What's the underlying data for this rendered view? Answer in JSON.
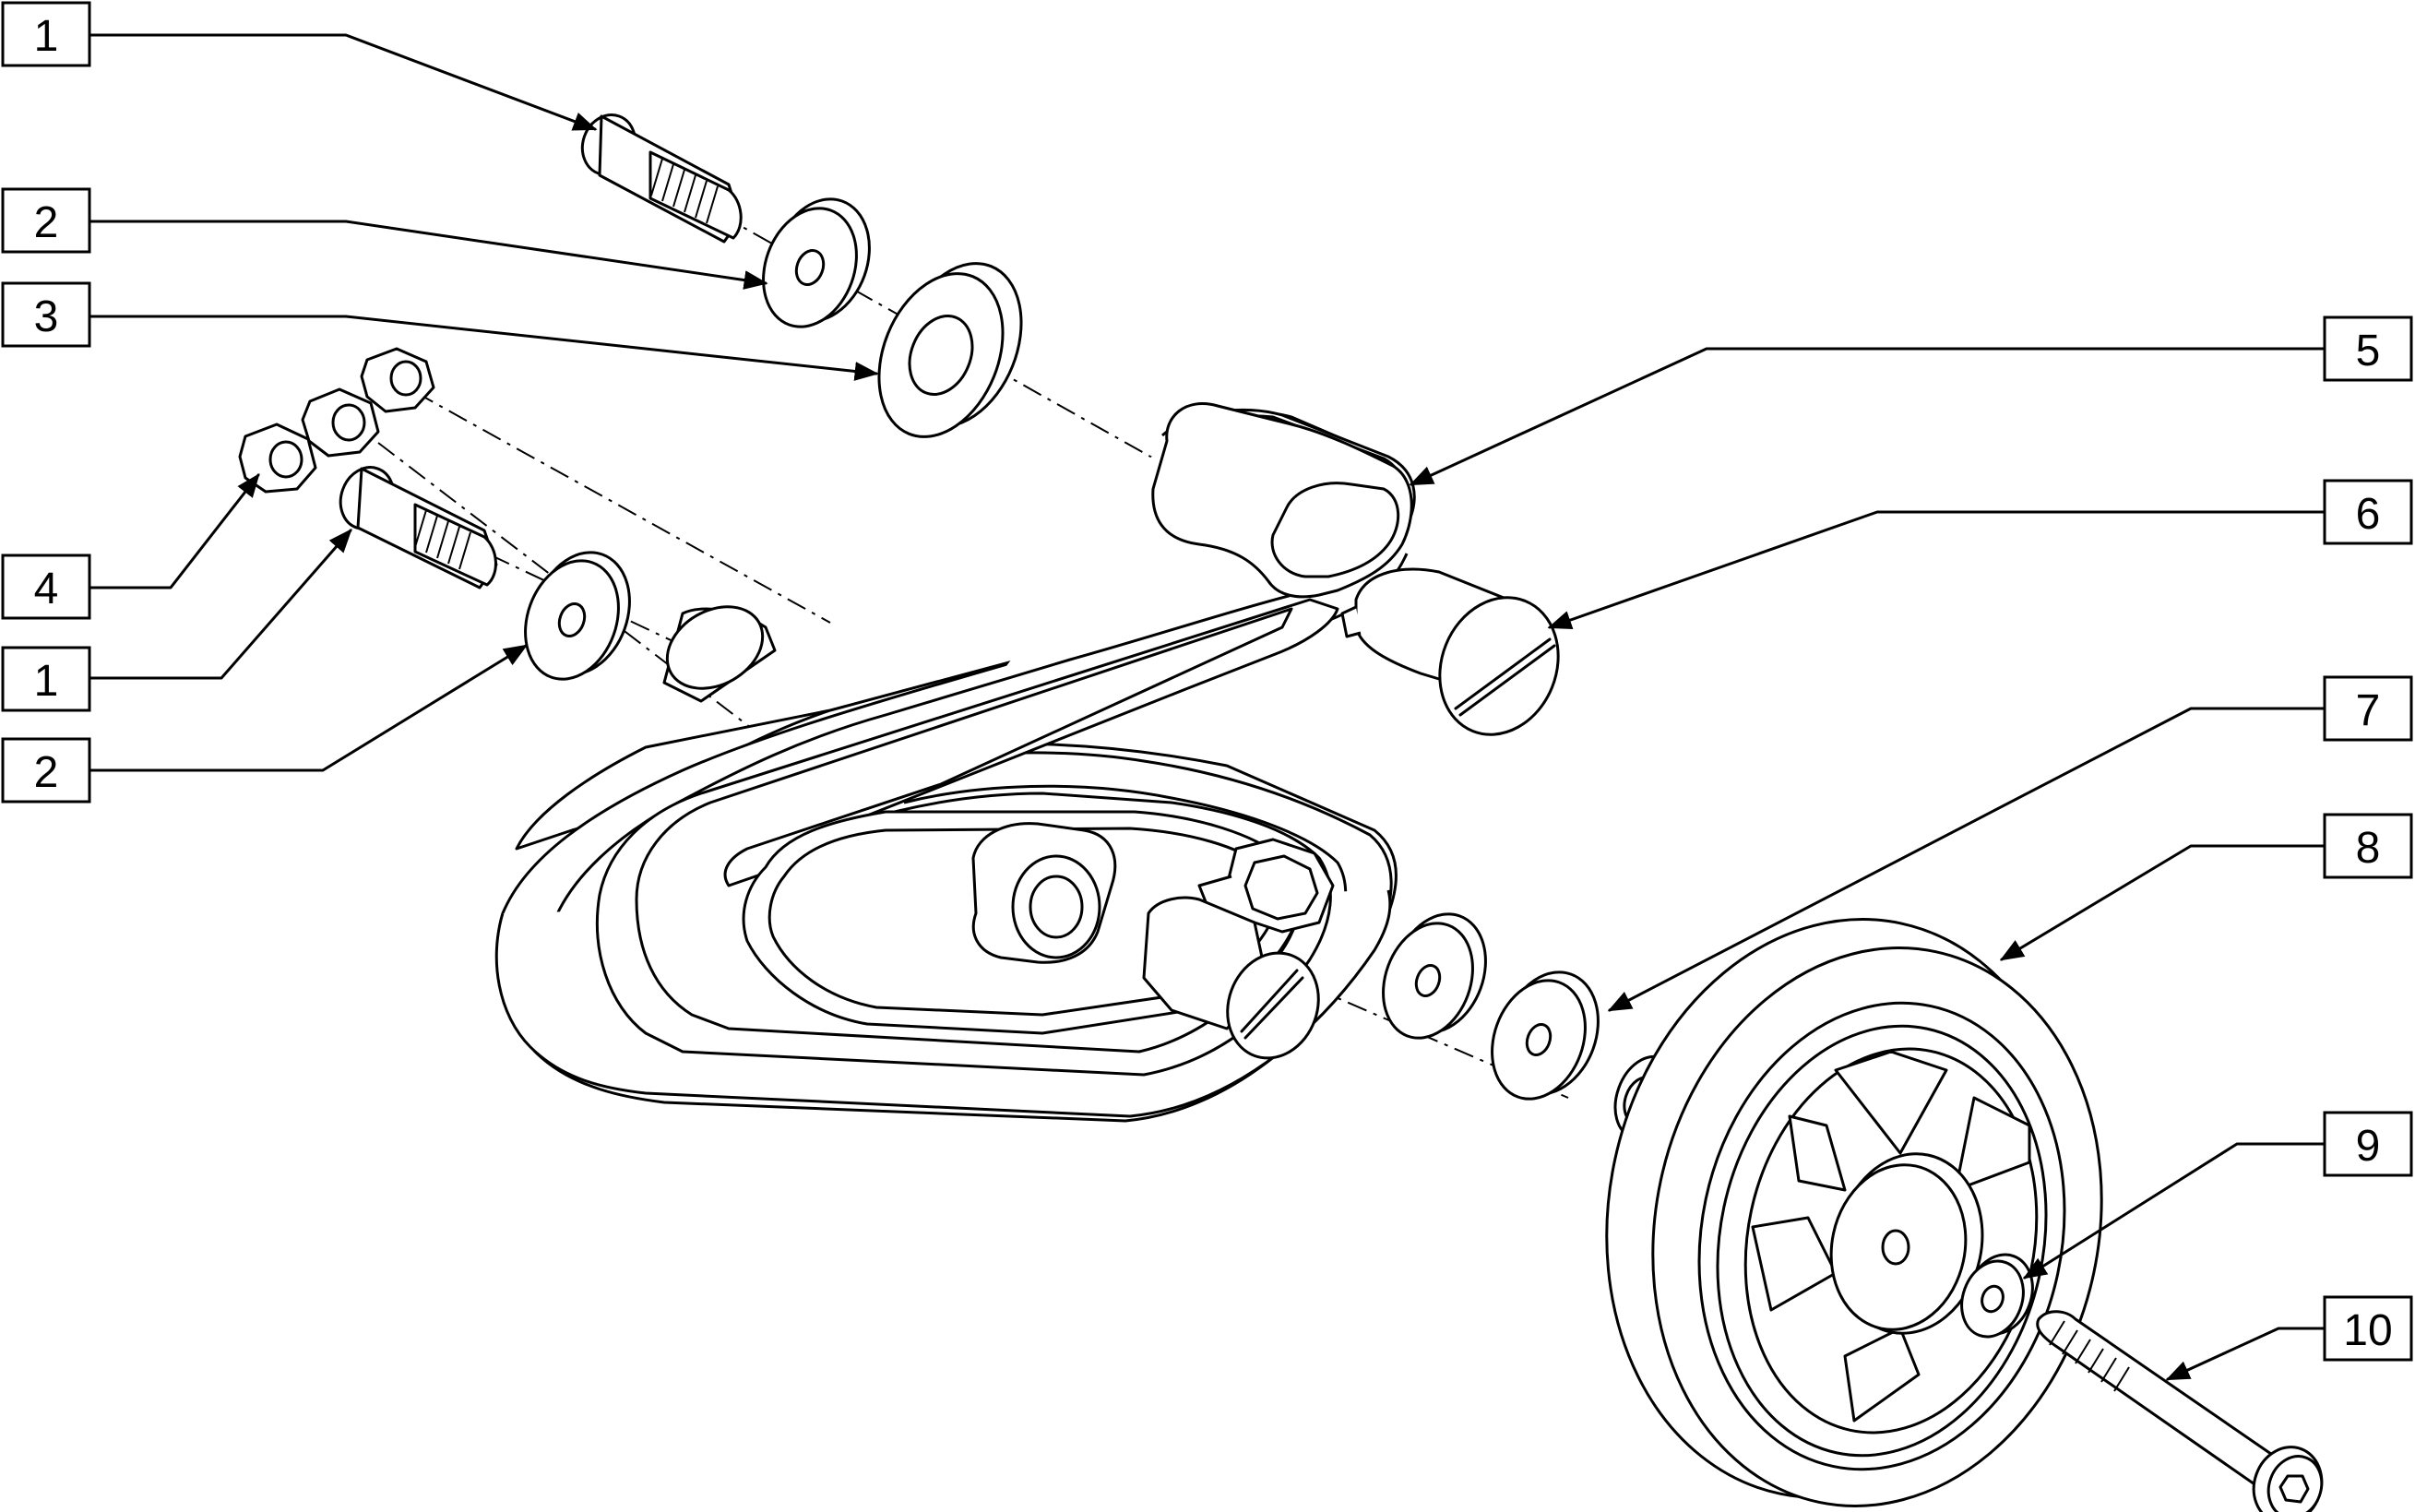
{
  "diagram": {
    "callouts": [
      {
        "id": "c1a",
        "label": "1"
      },
      {
        "id": "c2a",
        "label": "2"
      },
      {
        "id": "c3",
        "label": "3"
      },
      {
        "id": "c4",
        "label": "4"
      },
      {
        "id": "c1b",
        "label": "1"
      },
      {
        "id": "c2b",
        "label": "2"
      },
      {
        "id": "c5",
        "label": "5"
      },
      {
        "id": "c6",
        "label": "6"
      },
      {
        "id": "c7",
        "label": "7"
      },
      {
        "id": "c8",
        "label": "8"
      },
      {
        "id": "c9",
        "label": "9"
      },
      {
        "id": "c10",
        "label": "10"
      }
    ],
    "colors": {
      "ink": "#000000",
      "paper": "#ffffff"
    }
  }
}
